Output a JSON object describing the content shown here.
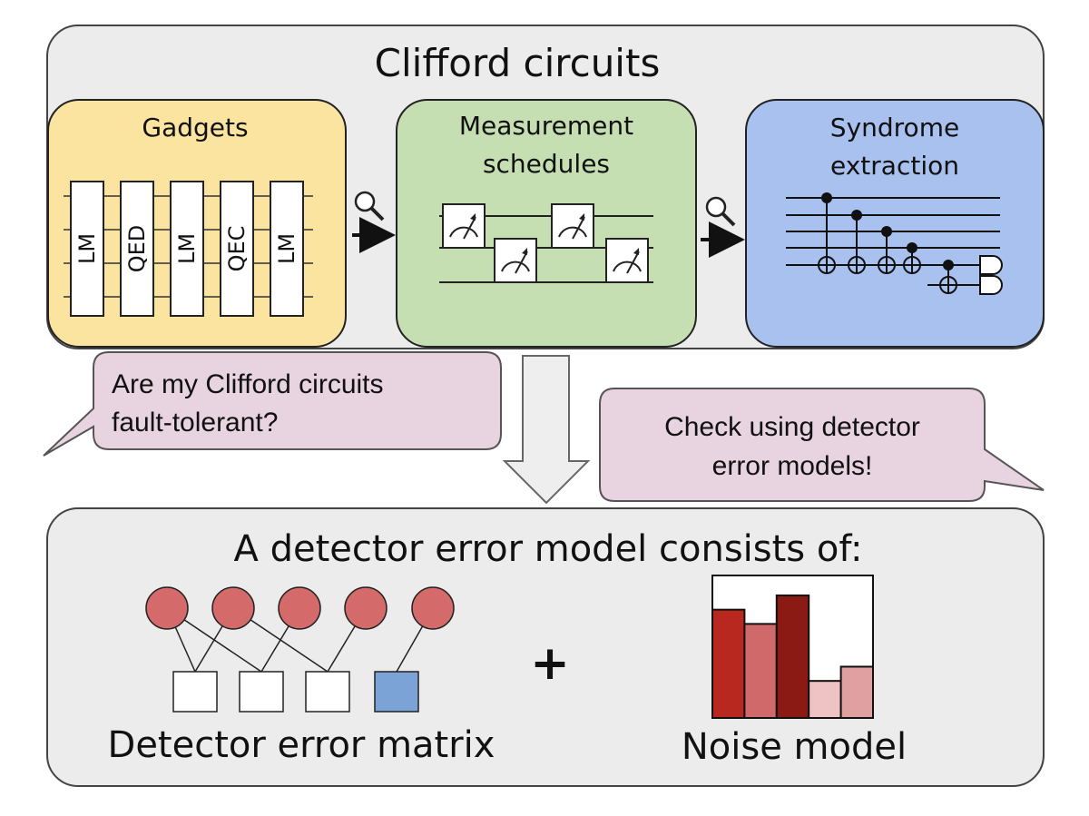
{
  "top_panel": {
    "title": "Clifford circuits",
    "gadgets": {
      "title": "Gadgets",
      "blocks": [
        "LM",
        "QED",
        "LM",
        "QEC",
        "LM"
      ],
      "color": "#fbe3a0"
    },
    "measurement": {
      "title_line1": "Measurement",
      "title_line2": "schedules",
      "color": "#c5dfb2"
    },
    "syndrome": {
      "title_line1": "Syndrome",
      "title_line2": "extraction",
      "color": "#a8c1ee"
    }
  },
  "bubbles": {
    "question_line1": "Are my Clifford circuits",
    "question_line2": "fault-tolerant?",
    "answer_line1": "Check using detector",
    "answer_line2": "error models!",
    "color": "#e8d3e0"
  },
  "bottom_panel": {
    "title": "A detector error model consists of:",
    "plus": "+",
    "matrix_label": "Detector error matrix",
    "noise_label": "Noise model",
    "node_color": "#d46a6a",
    "highlight_color": "#7ba3d6",
    "noise_bars": [
      {
        "value": 0.76,
        "color": "#b8281f"
      },
      {
        "value": 0.66,
        "color": "#d06a6a"
      },
      {
        "value": 0.86,
        "color": "#8b1a14"
      },
      {
        "value": 0.26,
        "color": "#efc3c3"
      },
      {
        "value": 0.36,
        "color": "#e0a0a0"
      }
    ]
  }
}
